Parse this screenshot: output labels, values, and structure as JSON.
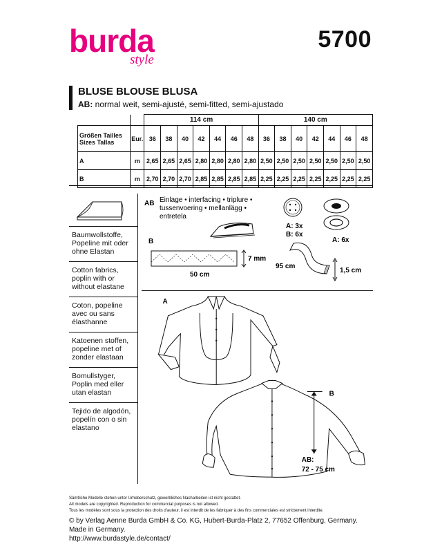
{
  "brand": {
    "name": "burda",
    "sub": "style",
    "color": "#e6007e"
  },
  "pattern_number": "5700",
  "title": "BLUSE   BLOUSE   BLUSA",
  "subtitle": {
    "prefix": "AB:",
    "text": " normal weit, semi-ajusté, semi-fitted, semi-ajustado"
  },
  "table": {
    "width_headers": [
      "114 cm",
      "140 cm"
    ],
    "size_label_line1": "Größen  Tailles",
    "size_label_line2": "Sizes  Tallas",
    "eur_label": "Eur.",
    "sizes": [
      "36",
      "38",
      "40",
      "42",
      "44",
      "46",
      "48",
      "36",
      "38",
      "40",
      "42",
      "44",
      "46",
      "48"
    ],
    "rows": [
      {
        "view": "A",
        "unit": "m",
        "values": [
          "2,65",
          "2,65",
          "2,65",
          "2,80",
          "2,80",
          "2,80",
          "2,80",
          "2,50",
          "2,50",
          "2,50",
          "2,50",
          "2,50",
          "2,50",
          "2,50"
        ]
      },
      {
        "view": "B",
        "unit": "m",
        "values": [
          "2,70",
          "2,70",
          "2,70",
          "2,85",
          "2,85",
          "2,85",
          "2,85",
          "2,25",
          "2,25",
          "2,25",
          "2,25",
          "2,25",
          "2,25",
          "2,25"
        ]
      }
    ]
  },
  "fabrics": [
    "Baumwollstoffe, Popeline mit oder ohne Elastan",
    "Cotton fabrics, poplin with or without elastane",
    "Coton, popeline avec ou sans élasthanne",
    "Katoenen stoffen, popeline met of zonder elastaan",
    "Bomullstyger, Poplin med eller utan elastan",
    "Tejido de algodón, popelín con o sin elastano"
  ],
  "notions": {
    "view_ab": "AB",
    "interfacing_line1": "Einlage • interfacing • triplure •",
    "interfacing_line2": "tussenvoering • mellanlägg •",
    "interfacing_line3": "entretela",
    "button_a": "A: 3x",
    "button_b": "B: 6x",
    "snap": "A: 6x",
    "view_b": "B",
    "tape_width": "7 mm",
    "tape_length": "50 cm",
    "elastic_length": "95 cm",
    "elastic_width": "1,5 cm"
  },
  "drawings": {
    "label_a": "A",
    "label_b": "B",
    "length_prefix": "AB:",
    "length_value": "72 - 75 cm"
  },
  "copyright": {
    "line1": "Sämtliche Modelle stehen unter Urheberschutz, gewerbliches Nacharbeiten ist nicht gestattet.",
    "line2": "All models are copyrighted. Reproduction for commercial purposes is not allowed.",
    "line3": "Tous les modèles sont sous la protection des droits d'auteur, il est interdit de les fabriquer à des fins commerciales est strictement interdite.",
    "main": "© by Verlag Aenne Burda GmbH & Co. KG, Hubert-Burda-Platz 2, 77652 Offenburg, Germany. Made in Germany.",
    "url": "http://www.burdastyle.de/contact/"
  }
}
